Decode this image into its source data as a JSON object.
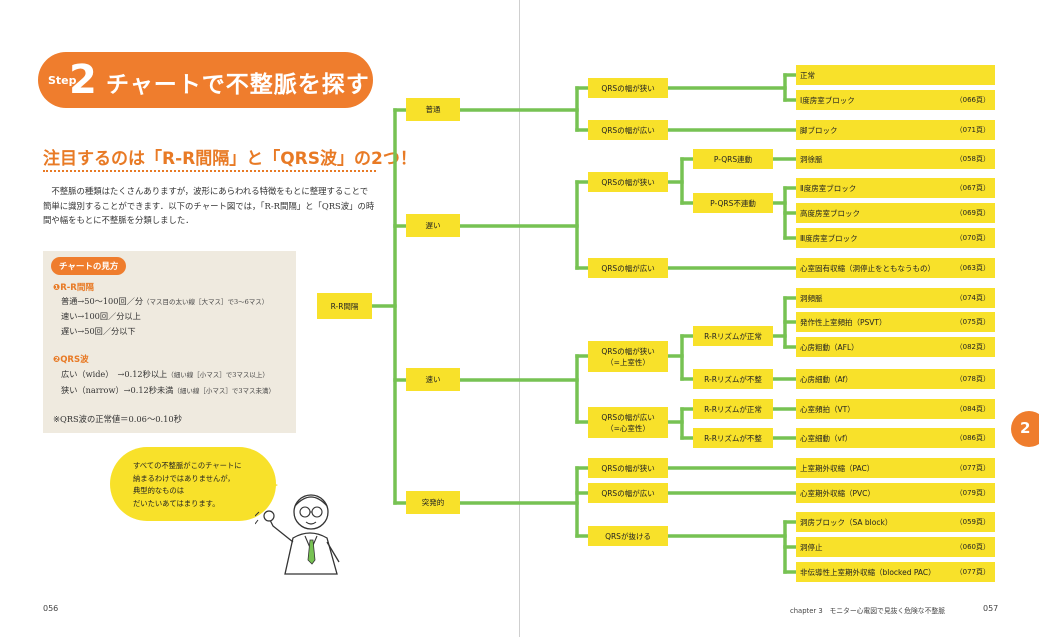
{
  "left": {
    "step_label": "Step",
    "step_number": "2",
    "step_title": "チャートで不整脈を探す",
    "headline": "注目するのは「R-R間隔」と「QRS波」の2つ！",
    "intro": "　不整脈の種類はたくさんありますが，波形にあらわれる特徴をもとに整理することで簡単に識別することができます．以下のチャート図では，「R-R間隔」と「QRS波」の時間や幅をもとに不整脈を分類しました．",
    "howto": {
      "tab": "チャートの見方",
      "sec1": "❶R-R間隔",
      "rr_normal": "普通→50～100回／分",
      "rr_normal_small": "（マス目の太い線［大マス］で3～6マス）",
      "rr_fast": "速い→100回／分以上",
      "rr_slow": "遅い→50回／分以下",
      "sec2": "❷QRS波",
      "qrs_wide": "広い（wide）　→0.12秒以上",
      "qrs_wide_small": "（細い線［小マス］で3マス以上）",
      "qrs_narrow": "狭い（narrow）→0.12秒未満",
      "qrs_narrow_small": "（細い線［小マス］で3マス未満）",
      "note": "※QRS波の正常値＝0.06～0.10秒"
    },
    "bubble": [
      "すべての不整脈がこのチャートに",
      "納まるわけではありませんが，",
      "典型的なものは",
      "だいたいあてはまります。"
    ],
    "folio": "056"
  },
  "right": {
    "running_head": "chapter 3　モニター心電図で見抜く危険な不整脈",
    "folio": "057",
    "chapter_tab": "2"
  },
  "flow": {
    "root": "R-R間隔",
    "rr": {
      "normal": "普通",
      "slow": "遅い",
      "fast": "速い",
      "sudden": "突発的"
    },
    "qrs": {
      "n_narrow": "QRSの幅が狭い",
      "n_wide": "QRSの幅が広い",
      "s_narrow": "QRSの幅が狭い",
      "s_wide": "QRSの幅が広い",
      "f_narrow_1": "QRSの幅が狭い",
      "f_narrow_2": "（=上室性）",
      "f_wide_1": "QRSの幅が広い",
      "f_wide_2": "（=心室性）",
      "d_narrow": "QRSの幅が狭い",
      "d_wide": "QRSの幅が広い",
      "d_drop": "QRSが抜ける"
    },
    "mid": {
      "pqrs_linked": "P-QRS連動",
      "pqrs_unlinked": "P-QRS不連動",
      "rr_regular_1": "R-Rリズムが正常",
      "rr_irregular_1": "R-Rリズムが不整",
      "rr_regular_2": "R-Rリズムが正常",
      "rr_irregular_2": "R-Rリズムが不整"
    },
    "leaves": [
      {
        "name": "正常",
        "ref": ""
      },
      {
        "name": "Ⅰ度房室ブロック",
        "ref": "（066頁）"
      },
      {
        "name": "脚ブロック",
        "ref": "（071頁）"
      },
      {
        "name": "洞徐脈",
        "ref": "（058頁）"
      },
      {
        "name": "Ⅱ度房室ブロック",
        "ref": "（067頁）"
      },
      {
        "name": "高度房室ブロック",
        "ref": "（069頁）"
      },
      {
        "name": "Ⅲ度房室ブロック",
        "ref": "（070頁）"
      },
      {
        "name": "心室固有収縮（洞停止をともなうもの）",
        "ref": "（063頁）"
      },
      {
        "name": "洞頻脈",
        "ref": "（074頁）"
      },
      {
        "name": "発作性上室頻拍（PSVT）",
        "ref": "（075頁）"
      },
      {
        "name": "心房粗動（AFL）",
        "ref": "（082頁）"
      },
      {
        "name": "心房細動（Af）",
        "ref": "（078頁）"
      },
      {
        "name": "心室頻拍（VT）",
        "ref": "（084頁）"
      },
      {
        "name": "心室細動（vf）",
        "ref": "（086頁）"
      },
      {
        "name": "上室期外収縮（PAC）",
        "ref": "（077頁）"
      },
      {
        "name": "心室期外収縮（PVC）",
        "ref": "（079頁）"
      },
      {
        "name": "洞房ブロック（SA block）",
        "ref": "（059頁）"
      },
      {
        "name": "洞停止",
        "ref": "（060頁）"
      },
      {
        "name": "非伝導性上室期外収縮（blocked PAC）",
        "ref": "（077頁）"
      }
    ]
  },
  "colors": {
    "accent": "#ef7d2d",
    "box": "#f8e12a",
    "line": "#77c253",
    "panel": "#efeadf"
  }
}
